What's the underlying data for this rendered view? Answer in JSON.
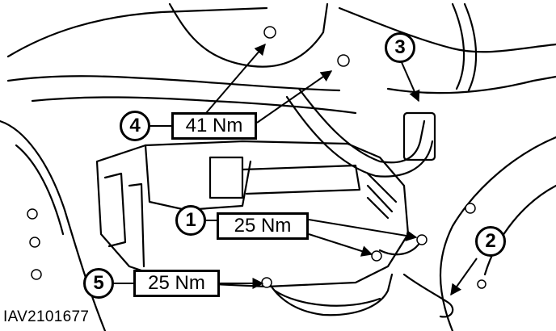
{
  "callouts": [
    {
      "number": "1",
      "torque": "25 Nm"
    },
    {
      "number": "2",
      "torque": ""
    },
    {
      "number": "3",
      "torque": ""
    },
    {
      "number": "4",
      "torque": "41 Nm"
    },
    {
      "number": "5",
      "torque": "25 Nm"
    }
  ],
  "reference_code": "IAV2101677"
}
